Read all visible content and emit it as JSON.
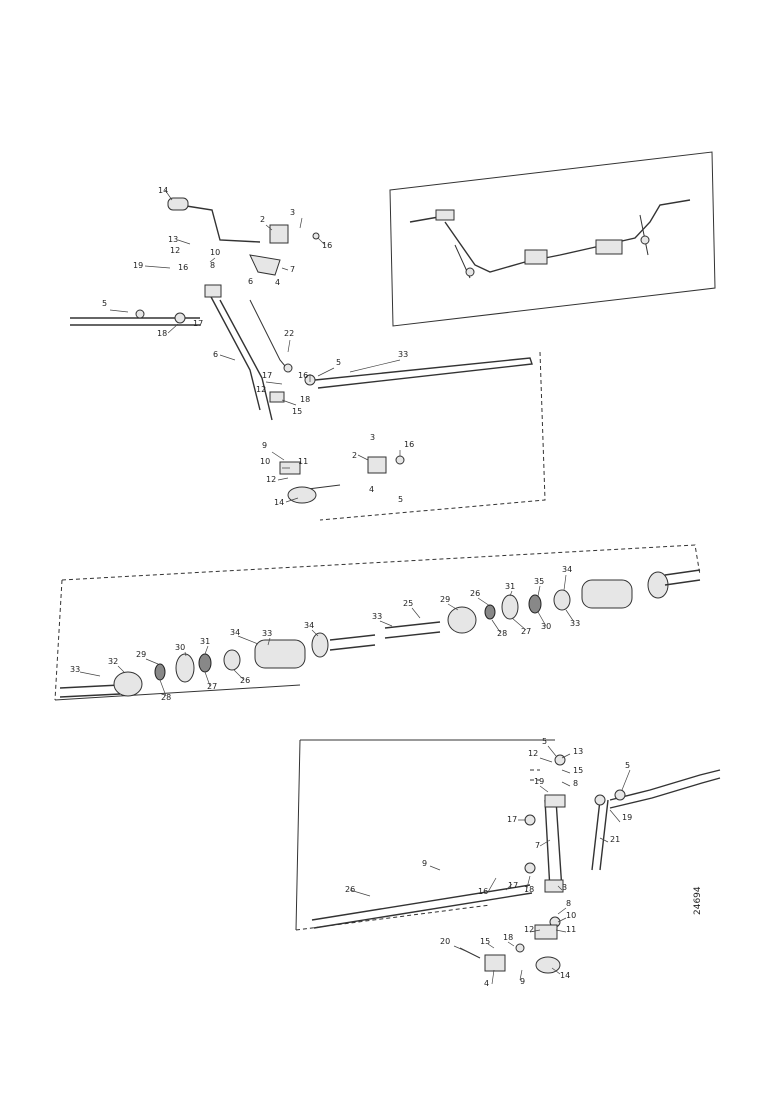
{
  "reference_code": "24694",
  "groups": {
    "top_linkage": {
      "labels": [
        "14",
        "2",
        "3",
        "16",
        "13",
        "12",
        "10",
        "8",
        "7",
        "6",
        "4",
        "19",
        "16",
        "5",
        "17",
        "18",
        "22",
        "6",
        "33",
        "5",
        "17",
        "16",
        "12",
        "18",
        "15",
        "9",
        "10",
        "11",
        "12",
        "14",
        "2",
        "3",
        "16",
        "4",
        "5"
      ]
    },
    "bar_assembly": {
      "labels": [
        "33",
        "32",
        "29",
        "30",
        "31",
        "28",
        "27",
        "26",
        "34",
        "33",
        "34",
        "33",
        "25",
        "29",
        "26",
        "28",
        "27",
        "30",
        "31",
        "35",
        "34",
        "33"
      ]
    },
    "bottom_linkage": {
      "labels": [
        "5",
        "13",
        "12",
        "15",
        "8",
        "19",
        "5",
        "17",
        "19",
        "21",
        "7",
        "9",
        "16",
        "17",
        "18",
        "3",
        "8",
        "10",
        "11",
        "12",
        "14",
        "26",
        "20",
        "15",
        "18",
        "4",
        "9"
      ]
    }
  }
}
